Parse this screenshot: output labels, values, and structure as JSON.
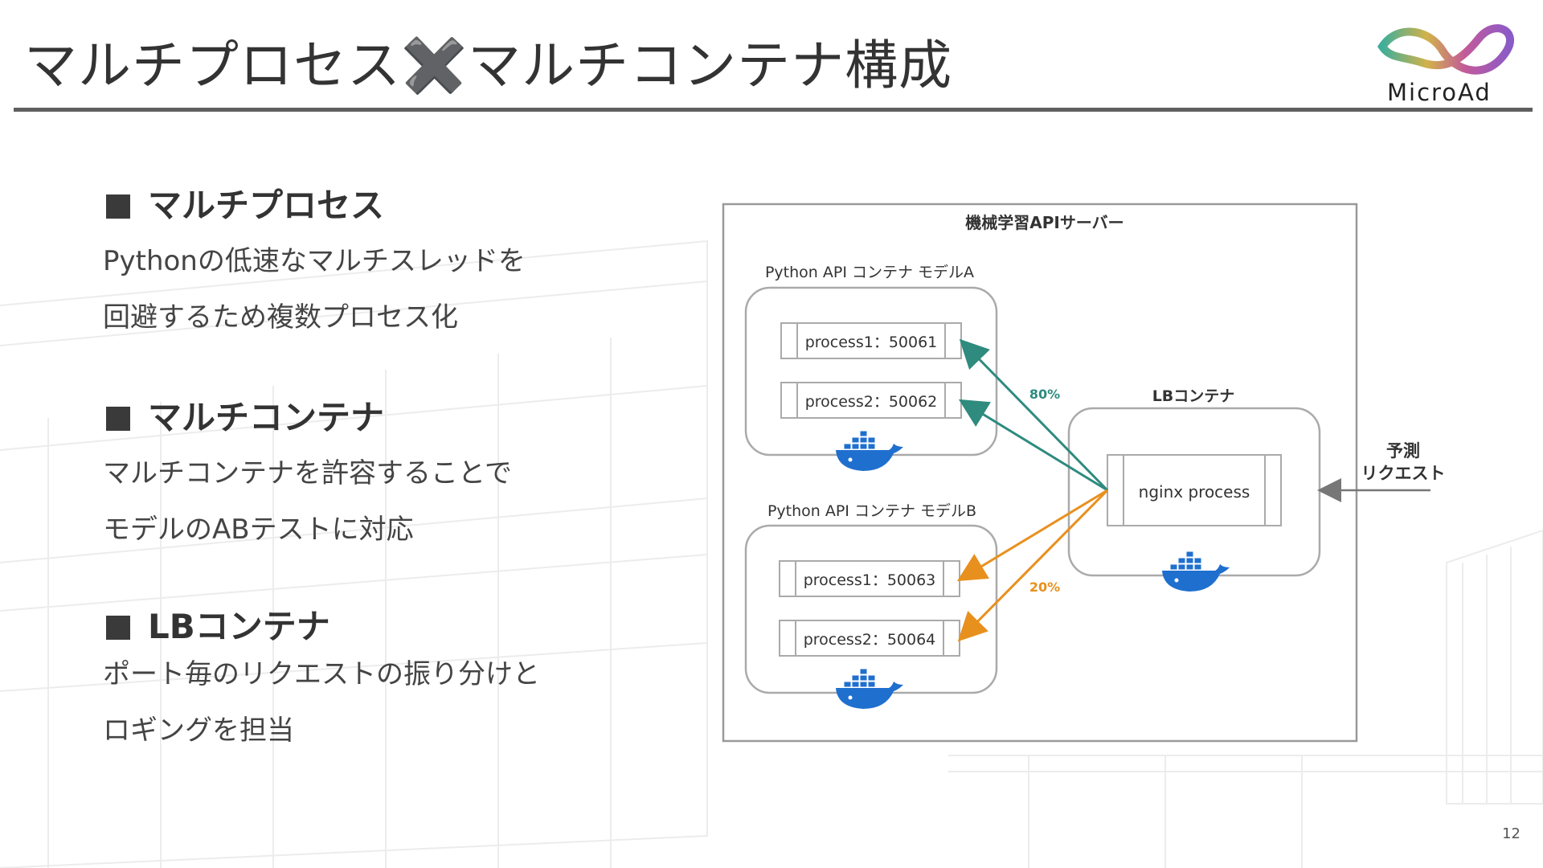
{
  "slide": {
    "title": "マルチプロセス✖️マルチコンテナ構成",
    "logo_text": "MicroAd",
    "page_number": "12"
  },
  "sections": [
    {
      "heading": "マルチプロセス",
      "lines": [
        "Pythonの低速なマルチスレッドを",
        "回避するため複数プロセス化"
      ]
    },
    {
      "heading": "マルチコンテナ",
      "lines": [
        "マルチコンテナを許容することで",
        "モデルのABテストに対応"
      ]
    },
    {
      "heading": "LBコンテナ",
      "lines": [
        "ポート毎のリクエストの振り分けと",
        "ロギングを担当"
      ]
    }
  ],
  "diagram": {
    "server_label": "機械学習APIサーバー",
    "container_a": {
      "label": "Python API コンテナ モデルA",
      "processes": [
        "process1：50061",
        "process2：50062"
      ]
    },
    "container_b": {
      "label": "Python API コンテナ モデルB",
      "processes": [
        "process1：50063",
        "process2：50064"
      ]
    },
    "lb": {
      "label": "LBコンテナ",
      "process": "nginx process"
    },
    "request_label_lines": [
      "予測",
      "リクエスト"
    ],
    "split_a": "80%",
    "split_b": "20%",
    "colors": {
      "green": "#2e8b7e",
      "orange": "#e8901e",
      "docker": "#1f6fcf",
      "border": "#999999"
    }
  }
}
